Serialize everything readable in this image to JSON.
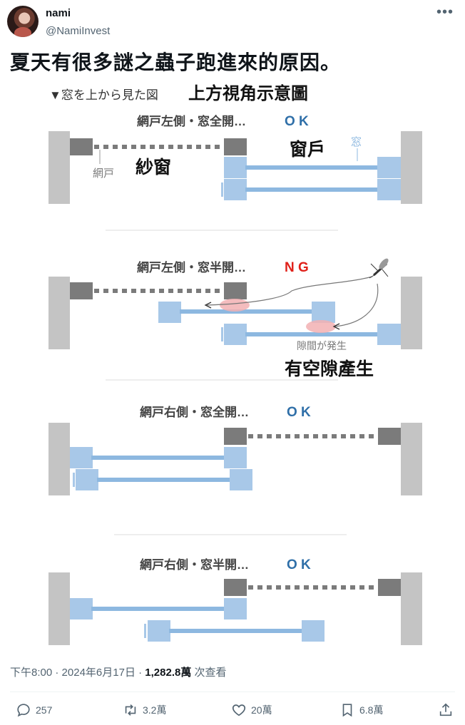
{
  "user": {
    "name": "nami",
    "handle": "@NamiInvest"
  },
  "menu": {
    "more_icon": "ellipsis-icon",
    "more_label": "•••"
  },
  "tweet": {
    "text": "夏天有很多謎之蟲子跑進來的原因。"
  },
  "diagram": {
    "title_jp": "▼窓を上から見た図",
    "title_cn": "上方視角示意圖",
    "scenes": [
      {
        "label": "網戸左側・窓全開…",
        "status": "O K",
        "status_color": "#2f6fa8"
      },
      {
        "label": "網戸左側・窓半開…",
        "status": "N G",
        "status_color": "#e0211a"
      },
      {
        "label": "網戸右側・窓全開…",
        "status": "O K",
        "status_color": "#2f6fa8"
      },
      {
        "label": "網戸右側・窓半開…",
        "status": "O K",
        "status_color": "#2f6fa8"
      }
    ],
    "annotations": {
      "screen_jp": "網戸",
      "screen_cn": "紗窗",
      "window_cn": "窗戶",
      "window_jp": "窓",
      "gap_jp": "隙間が発生",
      "gap_cn": "有空隙產生"
    },
    "colors": {
      "frame": "#c4c4c4",
      "screen": "#7b7b7b",
      "window": "#a8c8e8",
      "window_bar": "#8db8e0",
      "gap": "#f2b0b3"
    }
  },
  "meta": {
    "time": "下午8:00",
    "sep": "·",
    "date": "2024年6月17日",
    "views": "1,282.8萬",
    "views_label": "次查看"
  },
  "actions": {
    "reply": {
      "icon": "reply-icon",
      "count": "257"
    },
    "retweet": {
      "icon": "retweet-icon",
      "count": "3.2萬"
    },
    "like": {
      "icon": "heart-icon",
      "count": "20萬"
    },
    "bookmark": {
      "icon": "bookmark-icon",
      "count": "6.8萬"
    },
    "share": {
      "icon": "share-icon"
    }
  }
}
